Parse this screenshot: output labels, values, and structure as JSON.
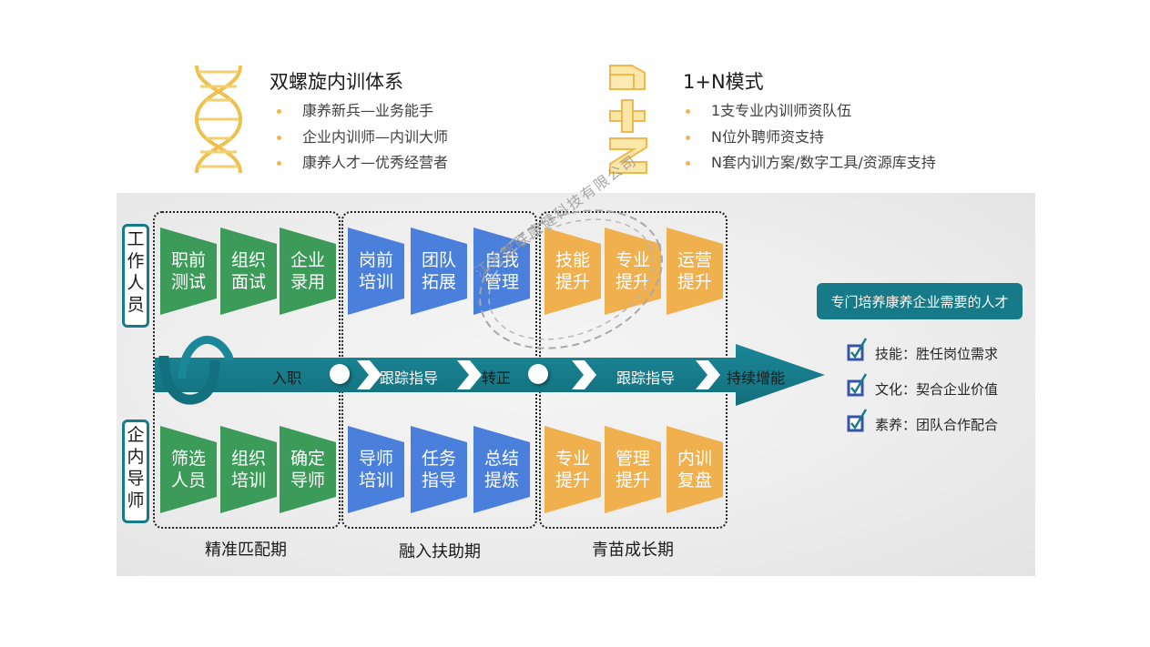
{
  "colors": {
    "gold": "#f0b84c",
    "teal": "#177a89",
    "green": "#3d9b5a",
    "blue": "#4a7fdc",
    "orange": "#f0b04e"
  },
  "top": {
    "left": {
      "icon": "dna-helix-icon",
      "title": "双螺旋内训体系",
      "bullets": [
        "康养新兵—业务能手",
        "企业内训师—内训大师",
        "康养人才—优秀经营者"
      ]
    },
    "right": {
      "icon": "one-plus-n-icon",
      "icon_text": "1+N",
      "title": "1+N模式",
      "bullets": [
        "1支专业内训师资队伍",
        "N位外聘师资支持",
        "N套内训方案/数字工具/资源库支持"
      ]
    }
  },
  "roles": {
    "staff": "工作人员",
    "mentor": "企内导师"
  },
  "phases": [
    {
      "name": "精准匹配期",
      "color": "green",
      "staff_steps": [
        [
          "职前",
          "测试"
        ],
        [
          "组织",
          "面试"
        ],
        [
          "企业",
          "录用"
        ]
      ],
      "mentor_steps": [
        [
          "筛选",
          "人员"
        ],
        [
          "组织",
          "培训"
        ],
        [
          "确定",
          "导师"
        ]
      ]
    },
    {
      "name": "融入扶助期",
      "color": "blue",
      "staff_steps": [
        [
          "岗前",
          "培训"
        ],
        [
          "团队",
          "拓展"
        ],
        [
          "自我",
          "管理"
        ]
      ],
      "mentor_steps": [
        [
          "导师",
          "培训"
        ],
        [
          "任务",
          "指导"
        ],
        [
          "总结",
          "提炼"
        ]
      ]
    },
    {
      "name": "青苗成长期",
      "color": "orange",
      "staff_steps": [
        [
          "技能",
          "提升"
        ],
        [
          "专业",
          "提升"
        ],
        [
          "运营",
          "提升"
        ]
      ],
      "mentor_steps": [
        [
          "专业",
          "提升"
        ],
        [
          "管理",
          "提升"
        ],
        [
          "内训",
          "复盘"
        ]
      ]
    }
  ],
  "timeline": {
    "labels": [
      "入职",
      "跟踪指导",
      "转正",
      "跟踪指导",
      "持续增能"
    ]
  },
  "goal": {
    "title": "专门培养康养企业需要的人才",
    "items": [
      {
        "icon": "checkbox-checked-icon",
        "text": "技能：胜任岗位需求"
      },
      {
        "icon": "checkbox-checked-icon",
        "text": "文化：契合企业价值"
      },
      {
        "icon": "checkbox-checked-icon",
        "text": "素养：团队合作配合"
      }
    ]
  },
  "watermark": "江苏智联康健科技有限公司"
}
